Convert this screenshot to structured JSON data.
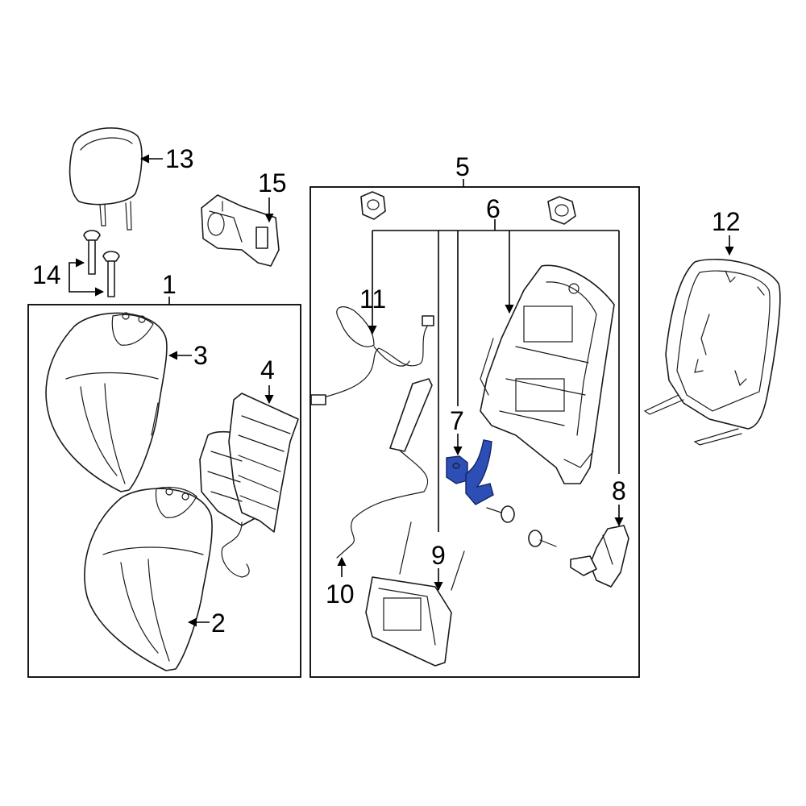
{
  "callouts": {
    "n1": "1",
    "n2": "2",
    "n3": "3",
    "n4": "4",
    "n5": "5",
    "n6": "6",
    "n7": "7",
    "n8": "8",
    "n9": "9",
    "n10": "10",
    "n11": "11",
    "n12": "12",
    "n13": "13",
    "n14": "14",
    "n15": "15"
  },
  "colors": {
    "line": "#1a1a1a",
    "highlight_fill": "#2d4fb5",
    "highlight_stroke": "#15246a"
  }
}
